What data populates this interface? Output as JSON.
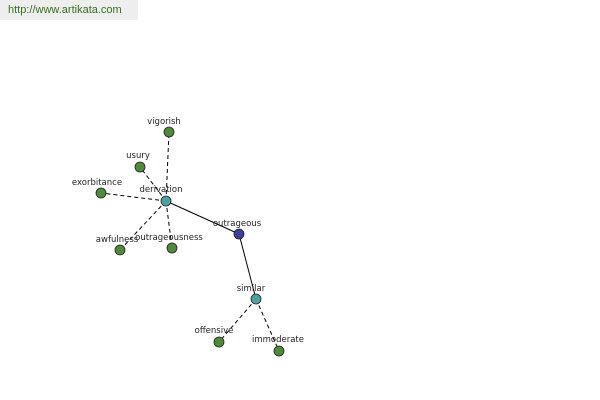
{
  "header": {
    "url": "http://www.artikata.com"
  },
  "colors": {
    "url_text": "#3b6e22",
    "leaf_node": "#4f8a3a",
    "hub_node": "#4fa0a0",
    "center_node": "#3a3f99"
  },
  "graph": {
    "nodes": [
      {
        "id": "outrageous",
        "label": "outrageous",
        "kind": "center"
      },
      {
        "id": "derivation",
        "label": "derivation",
        "kind": "hub"
      },
      {
        "id": "similar",
        "label": "similar",
        "kind": "hub"
      },
      {
        "id": "vigorish",
        "label": "vigorish",
        "kind": "leaf"
      },
      {
        "id": "usury",
        "label": "usury",
        "kind": "leaf"
      },
      {
        "id": "exorbitance",
        "label": "exorbitance",
        "kind": "leaf"
      },
      {
        "id": "awfulness",
        "label": "awfulness",
        "kind": "leaf"
      },
      {
        "id": "outrageousness",
        "label": "outrageousness",
        "kind": "leaf"
      },
      {
        "id": "offensive",
        "label": "offensive",
        "kind": "leaf"
      },
      {
        "id": "immoderate",
        "label": "immoderate",
        "kind": "leaf"
      }
    ],
    "edges": [
      {
        "from": "outrageous",
        "to": "derivation",
        "style": "solid"
      },
      {
        "from": "outrageous",
        "to": "similar",
        "style": "solid"
      },
      {
        "from": "derivation",
        "to": "vigorish",
        "style": "dashed"
      },
      {
        "from": "derivation",
        "to": "usury",
        "style": "dashed"
      },
      {
        "from": "derivation",
        "to": "exorbitance",
        "style": "dashed"
      },
      {
        "from": "derivation",
        "to": "awfulness",
        "style": "dashed"
      },
      {
        "from": "derivation",
        "to": "outrageousness",
        "style": "dashed"
      },
      {
        "from": "similar",
        "to": "offensive",
        "style": "dashed"
      },
      {
        "from": "similar",
        "to": "immoderate",
        "style": "dashed"
      }
    ]
  }
}
